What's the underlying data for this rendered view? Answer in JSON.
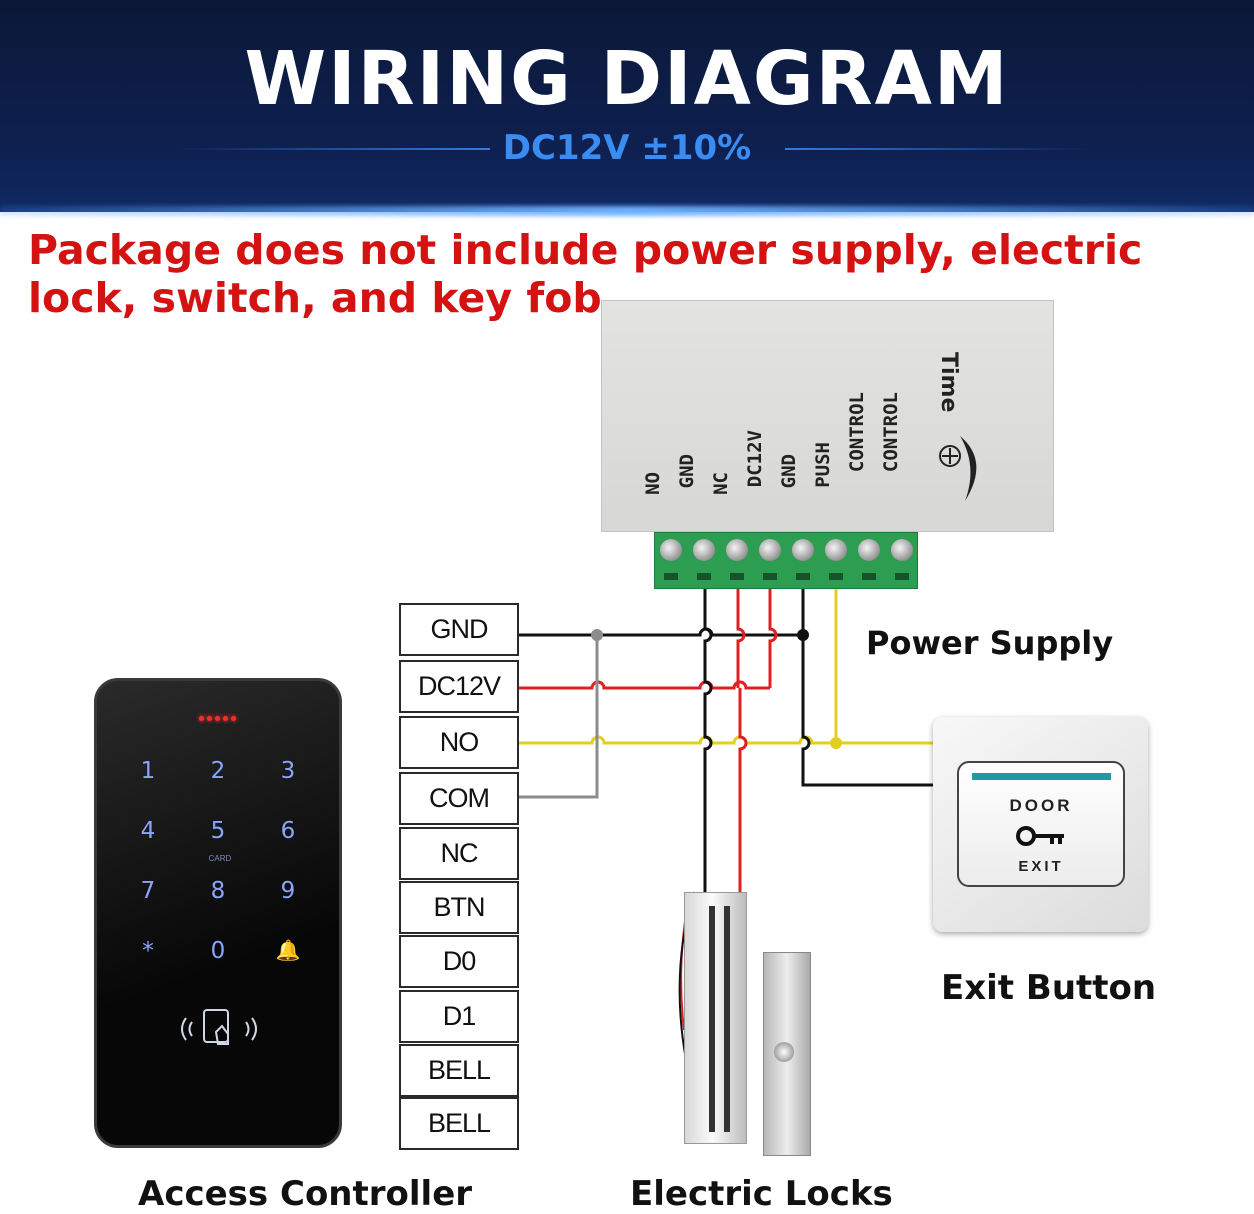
{
  "header": {
    "title": "WIRING DIAGRAM",
    "subtitle": "DC12V ±10%",
    "notice": "Package does not include power supply, electric lock, switch, and key fob"
  },
  "controller_box": {
    "brand": "Time",
    "terminal_labels": [
      "NO",
      "GND",
      "NC",
      "DC12V",
      "GND",
      "PUSH",
      "CONTROL",
      "CONTROL"
    ]
  },
  "pins": [
    "GND",
    "DC12V",
    "NO",
    "COM",
    "NC",
    "BTN",
    "D0",
    "D1",
    "BELL",
    "BELL"
  ],
  "keypad": {
    "keys": [
      "1",
      "2",
      "3",
      "4",
      "5",
      "6",
      "7",
      "8",
      "9",
      "*",
      "0",
      "🔔"
    ],
    "card_label": "CARD"
  },
  "labels": {
    "power_supply": "Power Supply",
    "exit_button": "Exit Button",
    "access_controller": "Access Controller",
    "electric_locks": "Electric Locks"
  },
  "exit_button": {
    "top_text": "DOOR",
    "bottom_text": "EXIT"
  },
  "colors": {
    "banner": "#0e1f4c",
    "subtitle": "#3a8cf0",
    "notice": "#d41212",
    "wire_black": "#111111",
    "wire_red": "#e02020",
    "wire_yellow": "#e3cf1f",
    "wire_gray": "#8c8c8c",
    "terminal_block": "#2d9d52"
  }
}
